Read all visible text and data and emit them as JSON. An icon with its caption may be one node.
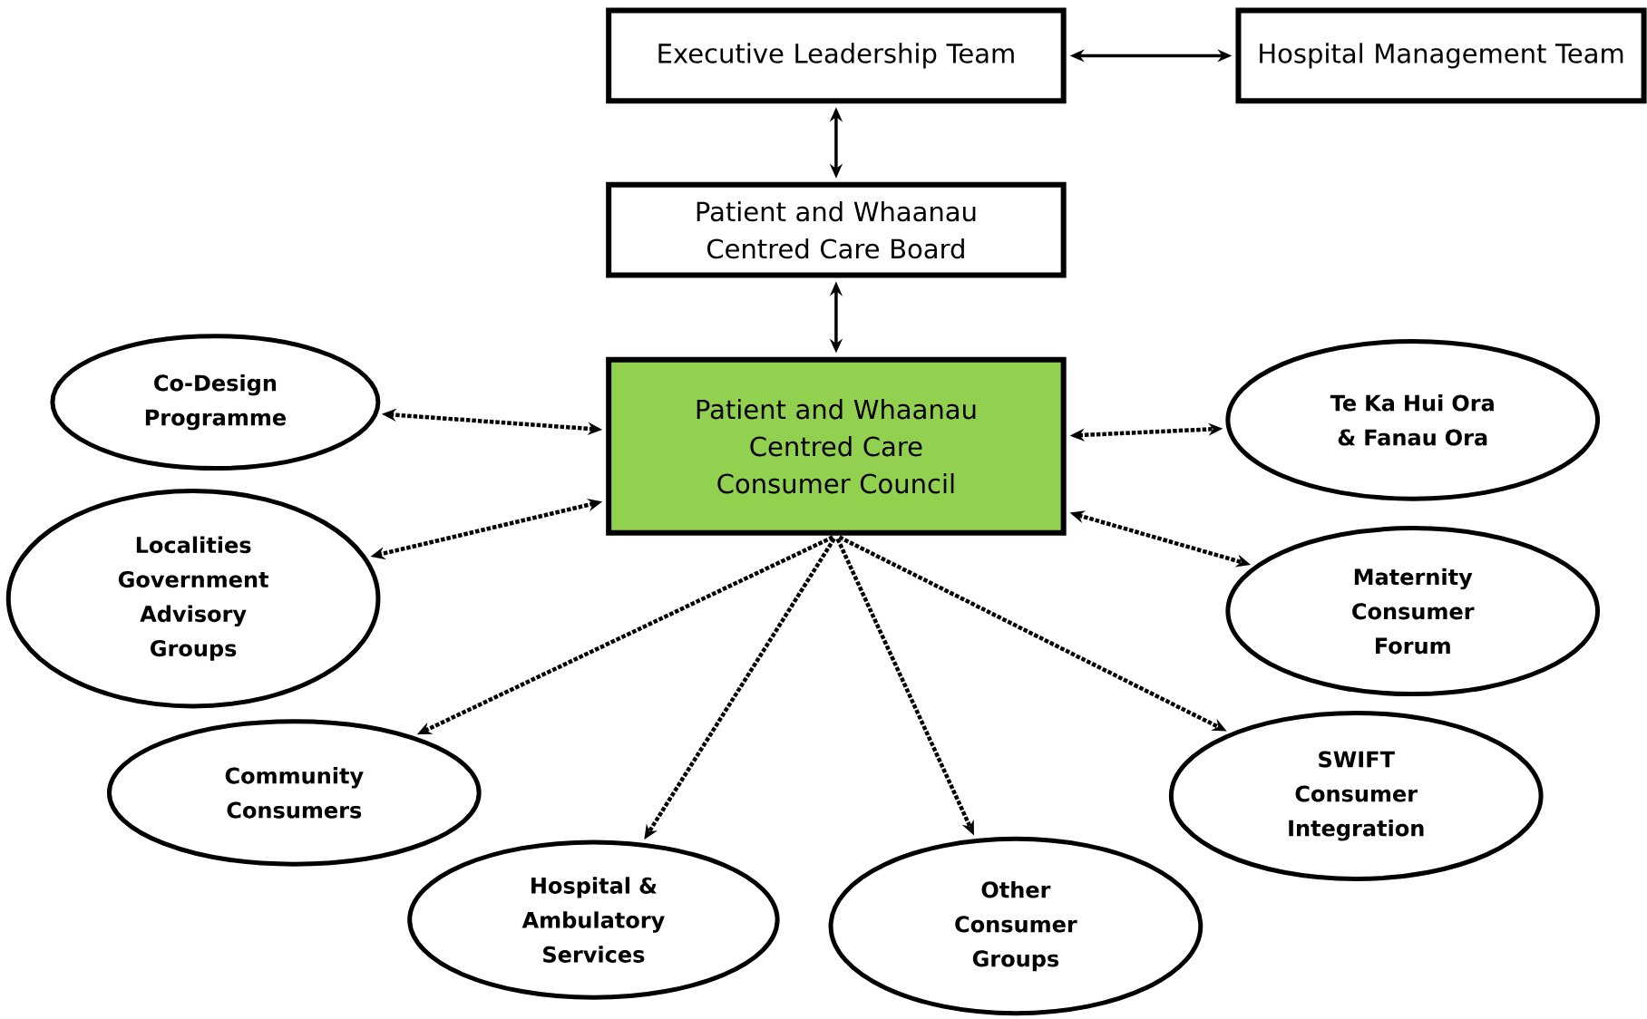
{
  "diagram": {
    "nodes": [
      {
        "text": [
          "Executive Leadership Team"
        ]
      },
      {
        "text": [
          "Hospital Management Team"
        ]
      },
      {
        "text": [
          "Patient and Whaanau Centred Care Board"
        ]
      },
      {
        "text": [
          "Patient and Whaanau Centred Care Consumer Council"
        ]
      },
      {
        "text": [
          "Co-Design Programme"
        ]
      },
      {
        "text": [
          "Localities Government Advisory Groups"
        ]
      },
      {
        "text": [
          "Community Consumers"
        ]
      },
      {
        "text": [
          "Hospital & Ambulatory Services"
        ]
      },
      {
        "text": [
          "Other Consumer Groups"
        ]
      },
      {
        "text": [
          "Te Ka Hui Ora & Fanau Ora"
        ]
      },
      {
        "text": [
          "Maternity Consumer Forum"
        ]
      },
      {
        "text": [
          "SWIFT Consumer Integration"
        ]
      }
    ],
    "edges": [
      {
        "from": 0,
        "to": 1,
        "arrow": "both"
      },
      {
        "from": 0,
        "to": 2,
        "arrow": "both"
      },
      {
        "from": 2,
        "to": 3,
        "arrow": "both"
      },
      {
        "from": 3,
        "to": 4,
        "arrow": "both",
        "style": "dashed"
      },
      {
        "from": 3,
        "to": 5,
        "arrow": "both",
        "style": "dashed"
      },
      {
        "from": 3,
        "to": 6,
        "arrow": "to",
        "style": "dashed"
      },
      {
        "from": 3,
        "to": 7,
        "arrow": "to",
        "style": "dashed"
      },
      {
        "from": 3,
        "to": 8,
        "arrow": "to",
        "style": "dashed"
      },
      {
        "from": 3,
        "to": 9,
        "arrow": "both",
        "style": "dashed"
      },
      {
        "from": 3,
        "to": 10,
        "arrow": "both",
        "style": "dashed"
      },
      {
        "from": 3,
        "to": 11,
        "arrow": "to",
        "style": "dashed"
      }
    ]
  }
}
